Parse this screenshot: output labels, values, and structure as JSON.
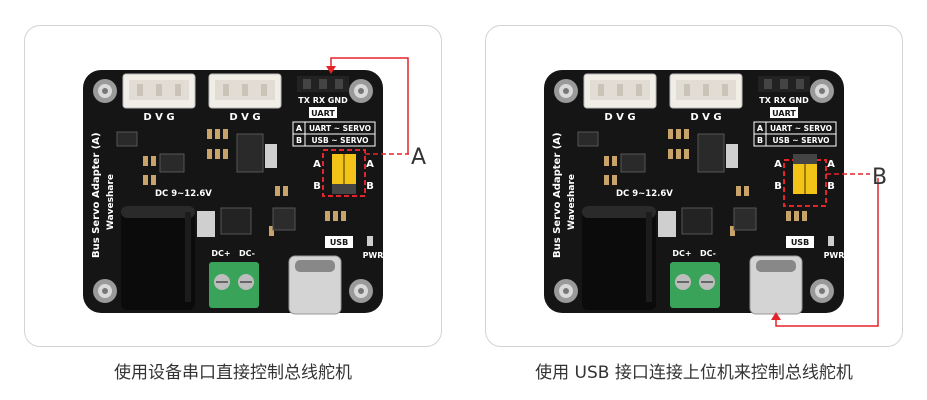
{
  "left": {
    "caption": "使用设备串口直接控制总线舵机",
    "callout": "A",
    "board": {
      "connector_1": "D V G",
      "connector_2": "D V G",
      "uart_pins": "TX RX GND",
      "uart_label": "UART",
      "mode_a": "UART ~ SERVO",
      "mode_b": "USB ~ SERVO",
      "product_name": "Bus Servo Adapter (A)",
      "brand": "Waveshare",
      "power_input": "DC 9~12.6V",
      "dc_plus": "DC+",
      "dc_minus": "DC-",
      "usb_label": "USB",
      "pwr_label": "PWR",
      "jumper_a": "A",
      "jumper_b": "B"
    }
  },
  "right": {
    "caption": "使用 USB 接口连接上位机来控制总线舵机",
    "callout": "B",
    "board": {
      "connector_1": "D V G",
      "connector_2": "D V G",
      "uart_pins": "TX RX GND",
      "uart_label": "UART",
      "mode_a": "UART ~ SERVO",
      "mode_b": "USB ~ SERVO",
      "product_name": "Bus Servo Adapter (A)",
      "brand": "Waveshare",
      "power_input": "DC 9~12.6V",
      "dc_plus": "DC+",
      "dc_minus": "DC-",
      "usb_label": "USB",
      "pwr_label": "PWR",
      "jumper_a": "A",
      "jumper_b": "B"
    }
  },
  "colors": {
    "pcb": "#151515",
    "highlight": "#e3242b",
    "jumper": "#f3c417",
    "terminal": "#3aa35a"
  }
}
